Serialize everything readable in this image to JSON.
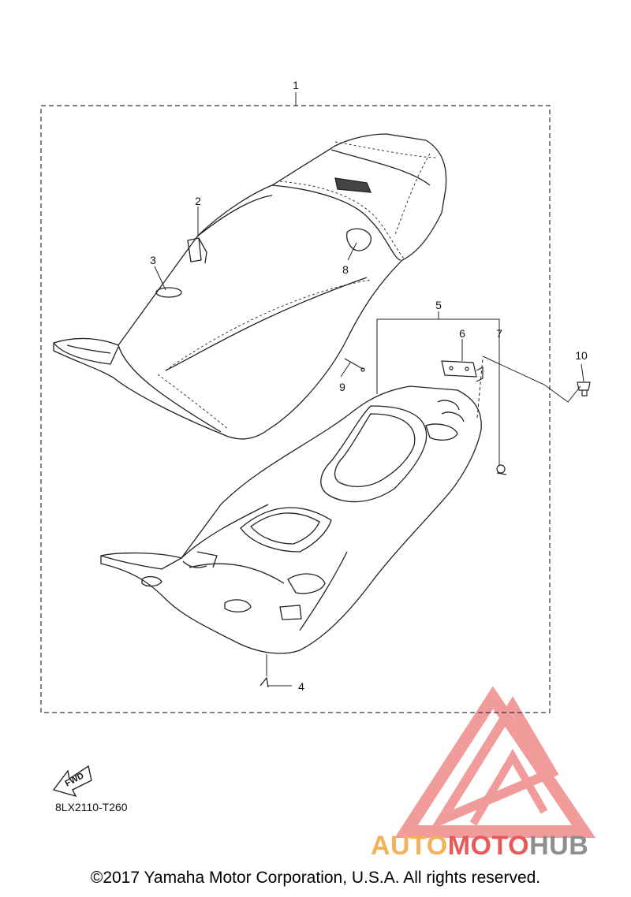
{
  "callouts": {
    "c1": "1",
    "c2": "2",
    "c3": "3",
    "c4": "4",
    "c5": "5",
    "c6": "6",
    "c7": "7",
    "c8": "8",
    "c9": "9",
    "c10": "10"
  },
  "fwd_label": "FWD",
  "part_code": "8LX2110-T260",
  "copyright": "©2017 Yamaha Motor Corporation, U.S.A. All rights reserved.",
  "watermark": {
    "part1": "AUTO",
    "part2": "MOTO",
    "part3": "HUB",
    "color_red": "#e85a5a",
    "color_orange": "#f3b15a",
    "color_gray": "#8e8e8e"
  },
  "colors": {
    "line": "#222222",
    "background": "#ffffff"
  }
}
